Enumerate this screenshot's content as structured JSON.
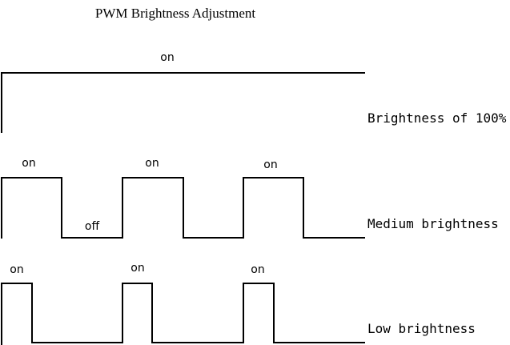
{
  "title": "PWM Brightness Adjustment",
  "rows": [
    {
      "caption": "Brightness of 100%",
      "on_labels": [
        "on"
      ],
      "off_labels": []
    },
    {
      "caption": "Medium brightness",
      "on_labels": [
        "on",
        "on",
        "on"
      ],
      "off_labels": [
        "off"
      ]
    },
    {
      "caption": "Low brightness",
      "on_labels": [
        "on",
        "on",
        "on"
      ],
      "off_labels": []
    }
  ]
}
